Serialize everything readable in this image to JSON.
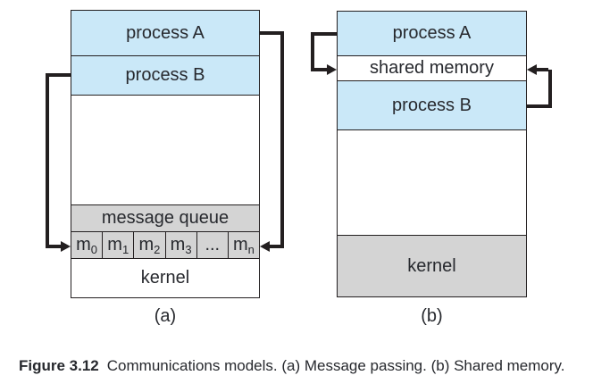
{
  "figure": {
    "caption_label": "Figure 3.12",
    "caption_text": "Communications models. (a) Message passing. (b) Shared memory."
  },
  "diagram_a": {
    "label": "(a)",
    "process_a_label": "process A",
    "process_b_label": "process B",
    "message_queue_label": "message queue",
    "queue_cells": [
      {
        "base": "m",
        "sub": "0"
      },
      {
        "base": "m",
        "sub": "1"
      },
      {
        "base": "m",
        "sub": "2"
      },
      {
        "base": "m",
        "sub": "3"
      },
      {
        "base": "...",
        "sub": ""
      },
      {
        "base": "m",
        "sub": "n"
      }
    ],
    "kernel_label": "kernel"
  },
  "diagram_b": {
    "label": "(b)",
    "process_a_label": "process A",
    "shared_memory_label": "shared memory",
    "process_b_label": "process B",
    "kernel_label": "kernel"
  },
  "colors": {
    "process_fill": "#cae8f8",
    "queue_fill": "#d4d4d4",
    "line": "#231f20",
    "text": "#27292e"
  }
}
